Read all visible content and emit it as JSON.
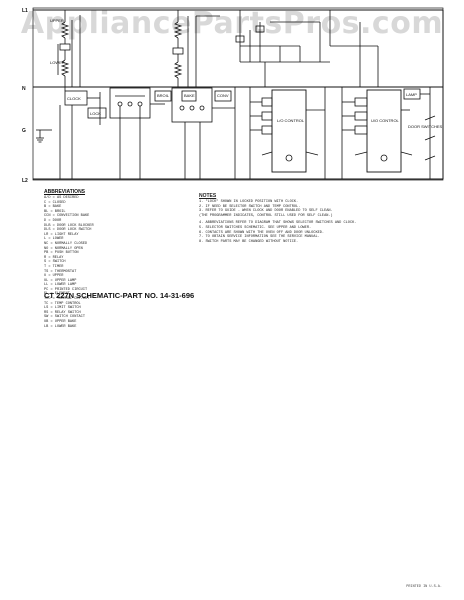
{
  "watermark": "AppliancePartsPros.com",
  "lines": {
    "l1": "L1",
    "n": "N",
    "g": "G",
    "l2": "L2"
  },
  "components": {
    "upper": "UPPER",
    "lower": "LOWER",
    "clock": "CLOCK",
    "lock": "LOCK",
    "control_1": "L/O CONTROL",
    "control_2": "U/O CONTROL",
    "bake": "BAKE",
    "broil": "BROIL",
    "conv": "CONV",
    "lamp": "LAMP",
    "door_switches": "DOOR SWITCHES"
  },
  "abbreviations": {
    "heading": "ABBREVIATIONS",
    "items": [
      "A/D = AS DESIRED",
      "C = CLOSED",
      "B = BAKE",
      "BL = BROIL",
      "CCN = CONVECTION BAKE",
      "D = DOOR",
      "DLB = DOOR LOCK BLOCKER",
      "DLS = DOOR LOCK SWITCH",
      "LR = LIGHT RELAY",
      "L = LOWER",
      "NC = NORMALLY CLOSED",
      "NO = NORMALLY OPEN",
      "PB = PUSH BUTTON",
      "R = RELAY",
      "S = SWITCH",
      "T = TIMER",
      "TS = THERMOSTAT",
      "U = UPPER",
      "UL = UPPER LAMP",
      "LL = LOWER LAMP",
      "PC = PRINTED CIRCUIT",
      "EL = ELEMENT",
      "TCO = THERMAL CUT-OUT",
      "TC = TEMP CONTROL",
      "LS = LIMIT SWITCH",
      "RS = RELAY SWITCH",
      "SW = SWITCH CONTACT",
      "UB = UPPER BAKE",
      "LB = LOWER BAKE"
    ]
  },
  "notes": {
    "heading": "NOTES",
    "groups": [
      [
        "1. \"LOCK\" SHOWN IN LOCKED POSITION WITH CLOCK.",
        "2. IF NEED BE SELECTOR SWITCH AND TEMP CONTROL.",
        "3. REFER TO GUIDE - WHEN CLOCK AND DOOR ENABLED TO SELF CLEAN.",
        "   (THE PROGRAMMER INDICATES, CONTROL STILL USED FOR SELF CLEAN.)"
      ],
      [
        "4. ABBREVIATIONS REFER TO DIAGRAM THAT SHOWS SELECTOR SWITCHES AND CLOCK.",
        "5. SELECTOR SWITCHES SCHEMATIC. SEE UPPER AND LOWER.",
        "6. CONTACTS ARE SHOWN WITH THE OVEN OFF AND DOOR UNLOCKED.",
        "7. TO OBTAIN SERVICE INFORMATION SEE THE SERVICE MANUAL.",
        "8. SWITCH PARTS MAY BE CHANGED WITHOUT NOTICE."
      ]
    ]
  },
  "title": "CT 227N SCHEMATIC-PART NO. 14-31-696",
  "footer": "PRINTED IN U.S.A."
}
